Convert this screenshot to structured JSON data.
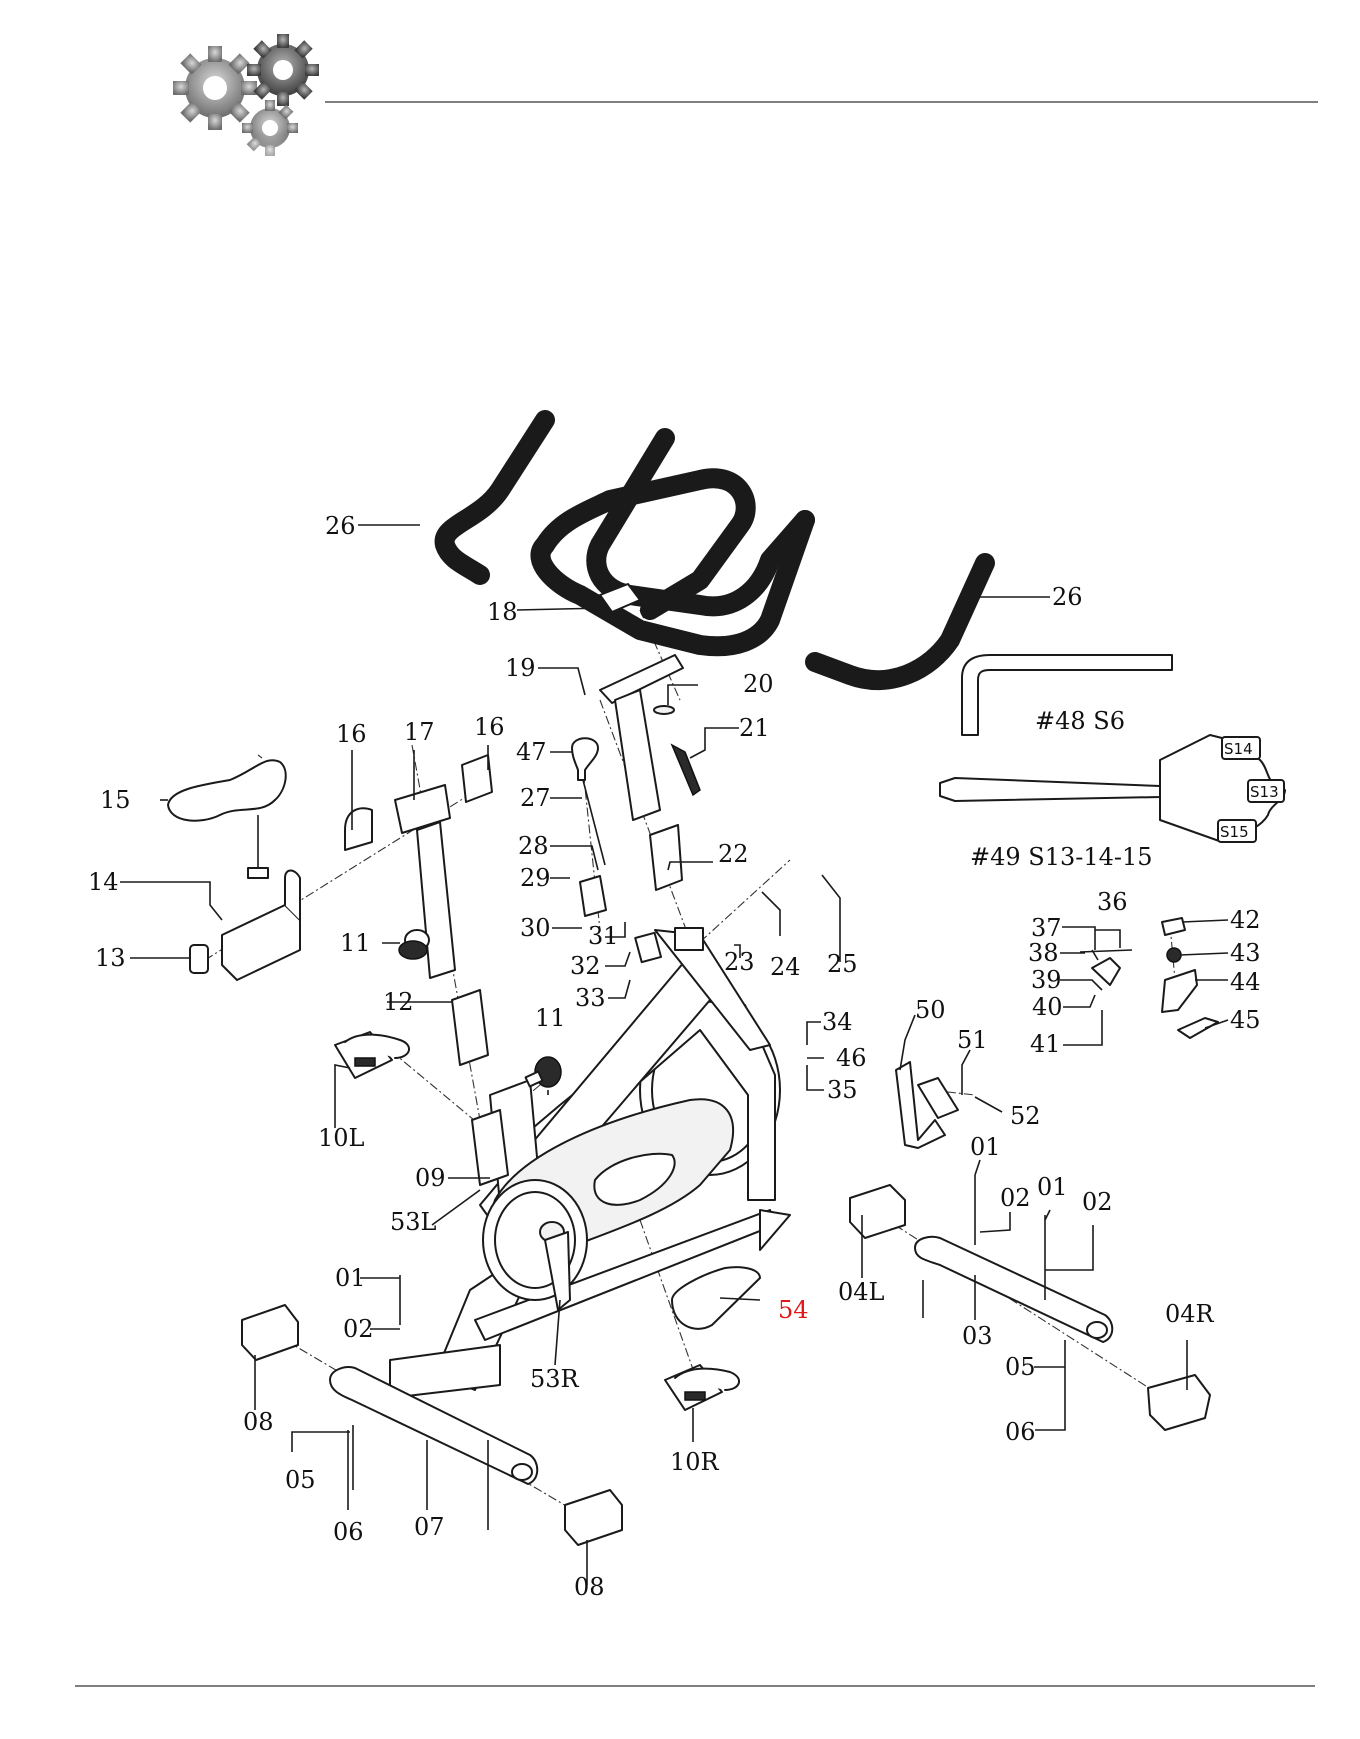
{
  "header": {
    "logo_icon": "gears-icon"
  },
  "diagram": {
    "type": "exploded-parts-view",
    "accent_color": "#e01818",
    "labels": {
      "p01a": "01",
      "p01b": "01",
      "p01c": "01",
      "p02a": "02",
      "p02b": "02",
      "p02c": "02",
      "p03": "03",
      "p04L": "04L",
      "p04R": "04R",
      "p05a": "05",
      "p05b": "05",
      "p06a": "06",
      "p06b": "06",
      "p07": "07",
      "p08a": "08",
      "p08b": "08",
      "p09": "09",
      "p10L": "10L",
      "p10R": "10R",
      "p11a": "11",
      "p11b": "11",
      "p12": "12",
      "p13": "13",
      "p14": "14",
      "p15": "15",
      "p16a": "16",
      "p16b": "16",
      "p17": "17",
      "p18": "18",
      "p19": "19",
      "p20": "20",
      "p21": "21",
      "p22": "22",
      "p23": "23",
      "p24": "24",
      "p25": "25",
      "p26a": "26",
      "p26b": "26",
      "p27": "27",
      "p28": "28",
      "p29": "29",
      "p30": "30",
      "p31": "31",
      "p32": "32",
      "p33": "33",
      "p34": "34",
      "p35": "35",
      "p36": "36",
      "p37": "37",
      "p38": "38",
      "p39": "39",
      "p40": "40",
      "p41": "41",
      "p42": "42",
      "p43": "43",
      "p44": "44",
      "p45": "45",
      "p46": "46",
      "p47": "47",
      "p50": "50",
      "p51": "51",
      "p52": "52",
      "p53L": "53L",
      "p53R": "53R",
      "p54": "54"
    },
    "tools": {
      "hex_key": "#48  S6",
      "wrench": "#49  S13-14-15",
      "socket_1": "S14",
      "socket_2": "S13",
      "socket_3": "S15"
    }
  }
}
